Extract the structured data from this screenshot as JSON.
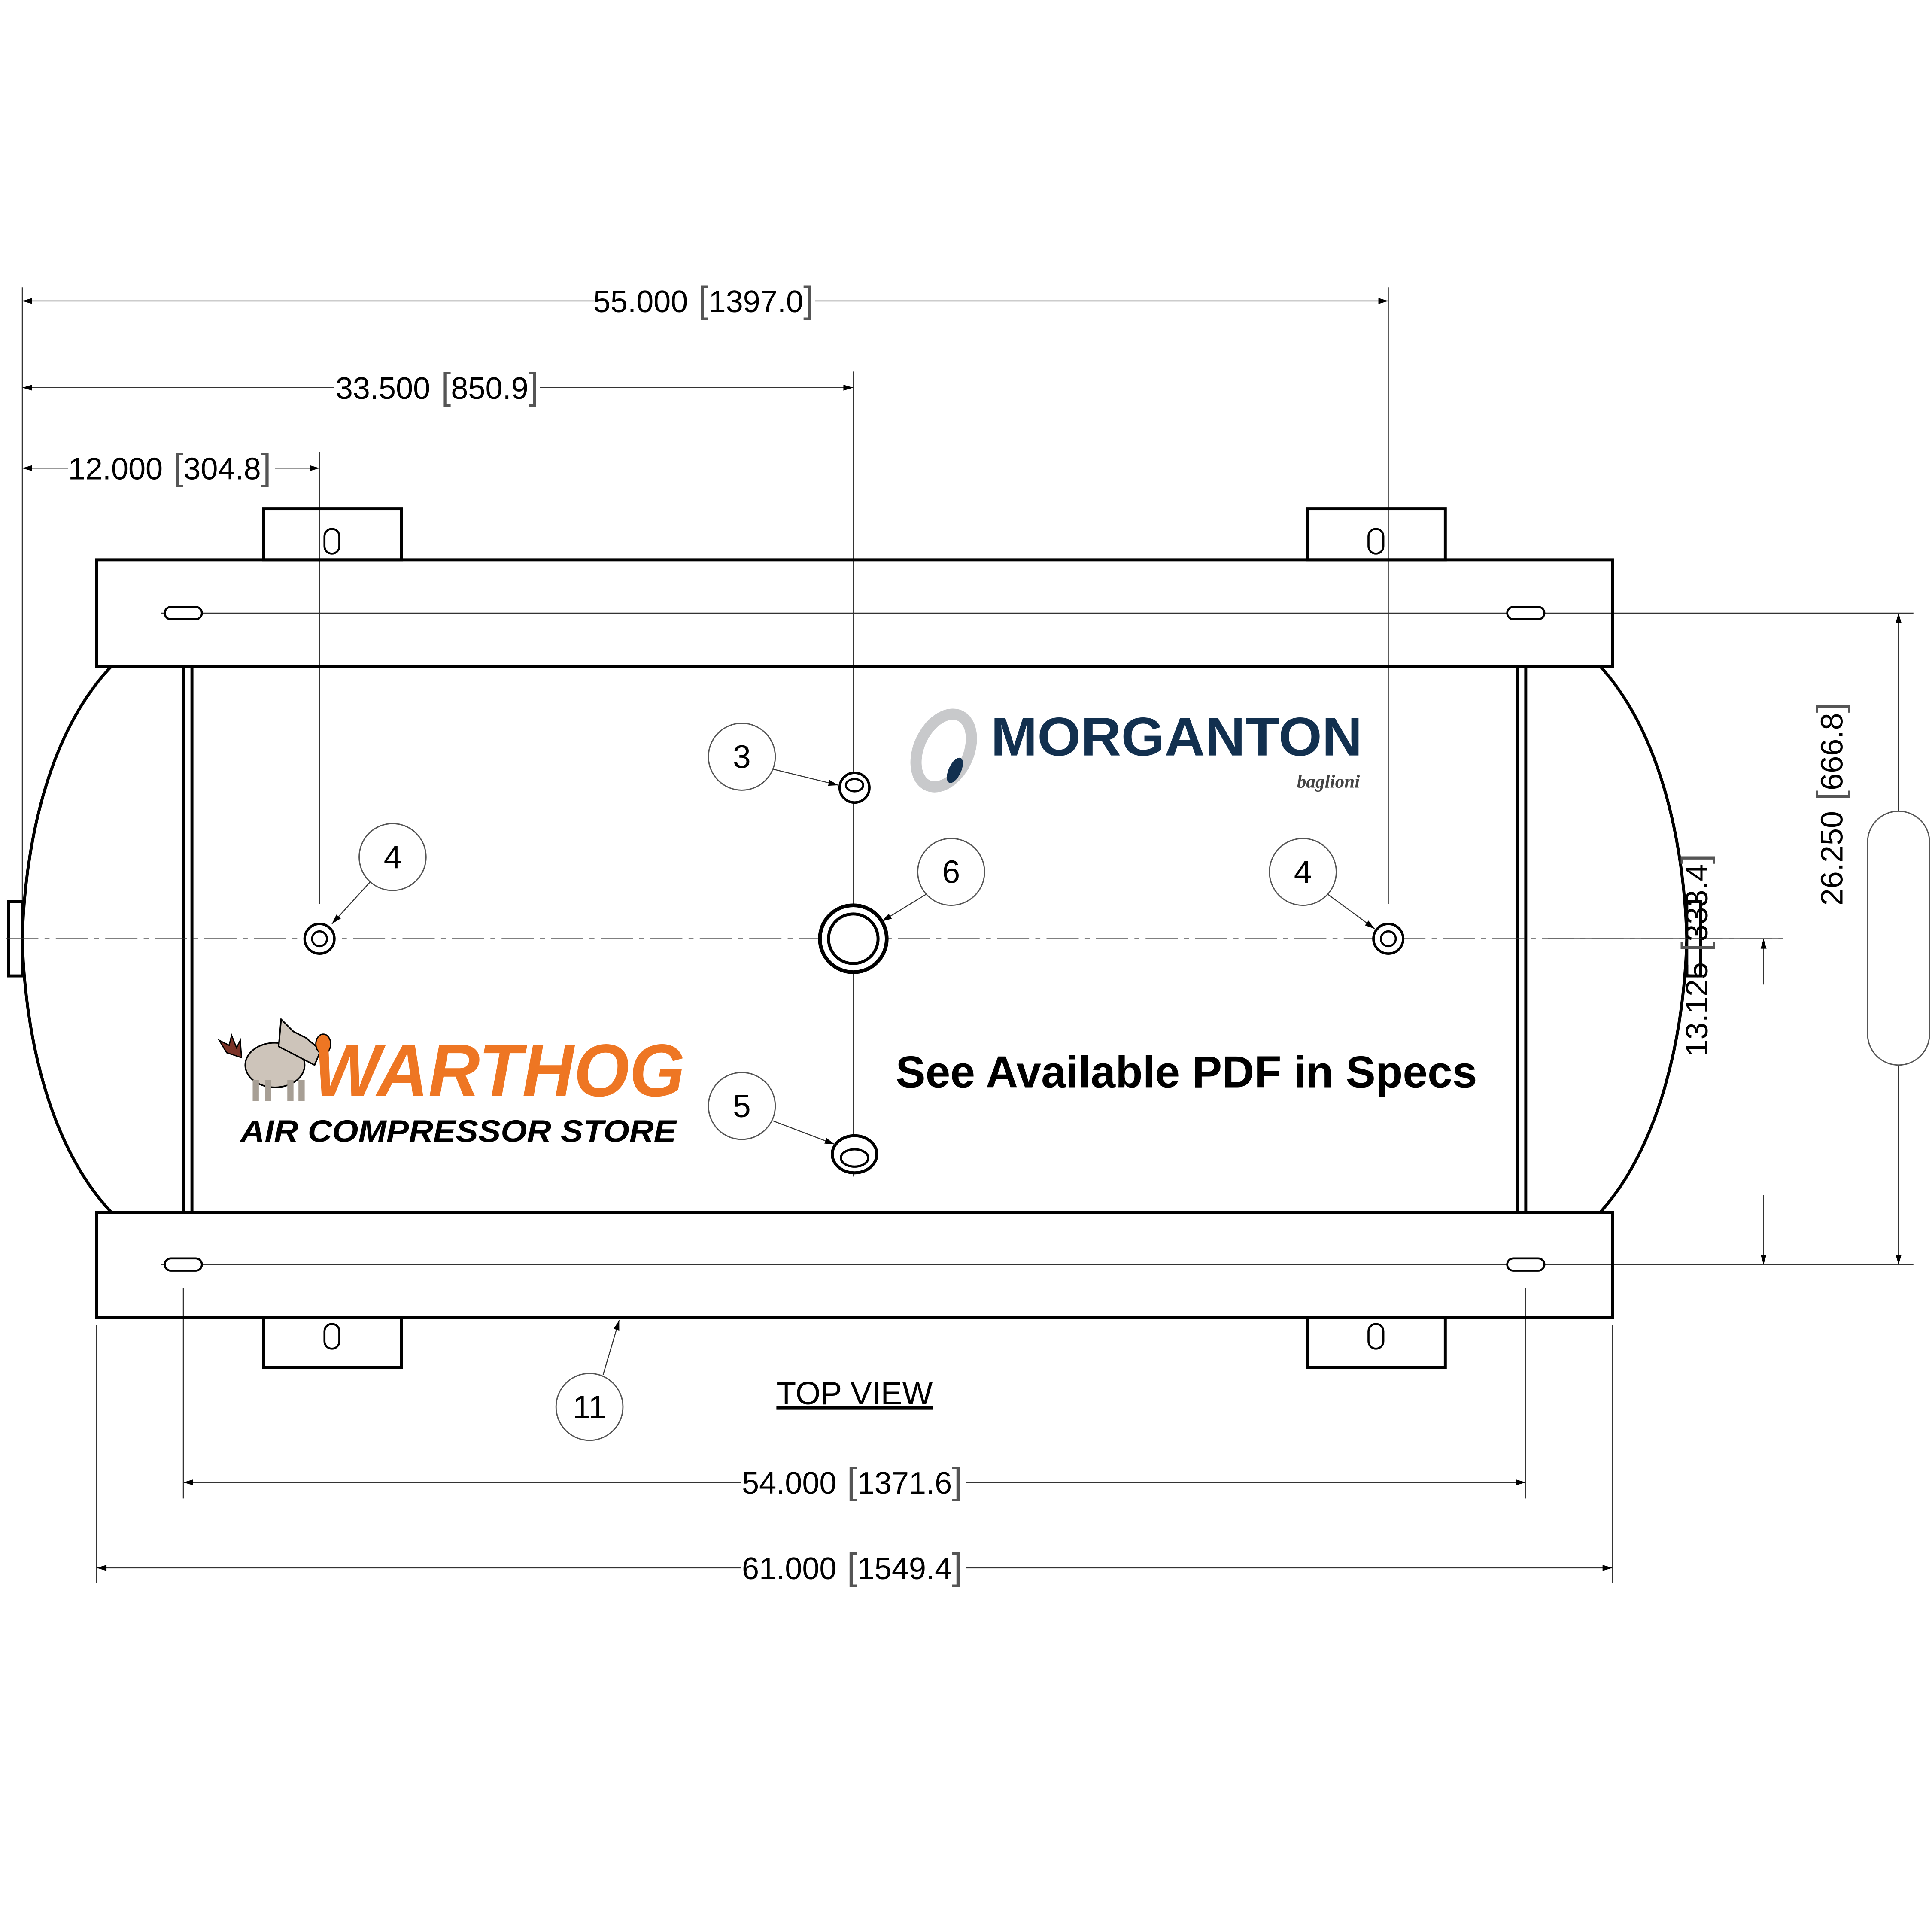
{
  "dimensions": {
    "d55": {
      "in": "55.000",
      "mm": "1397.0"
    },
    "d33": {
      "in": "33.500",
      "mm": "850.9"
    },
    "d12": {
      "in": "12.000",
      "mm": "304.8"
    },
    "d54": {
      "in": "54.000",
      "mm": "1371.6"
    },
    "d61": {
      "in": "61.000",
      "mm": "1549.4"
    },
    "d26": {
      "in": "26.250",
      "mm": "666.8"
    },
    "d13": {
      "in": "13.125",
      "mm": "333.4"
    }
  },
  "balloons": [
    "3",
    "4",
    "6",
    "4",
    "5",
    "11"
  ],
  "view_label": "TOP VIEW",
  "note": "See Available PDF in Specs",
  "logos": {
    "morganton": {
      "name": "MORGANTON",
      "sub": "baglioni",
      "color": "#12304f",
      "accent": "#c8c9cb"
    },
    "warthog": {
      "name": "WARTHOG",
      "sub": "AIR COMPRESSOR STORE",
      "color": "#ee7623"
    }
  }
}
